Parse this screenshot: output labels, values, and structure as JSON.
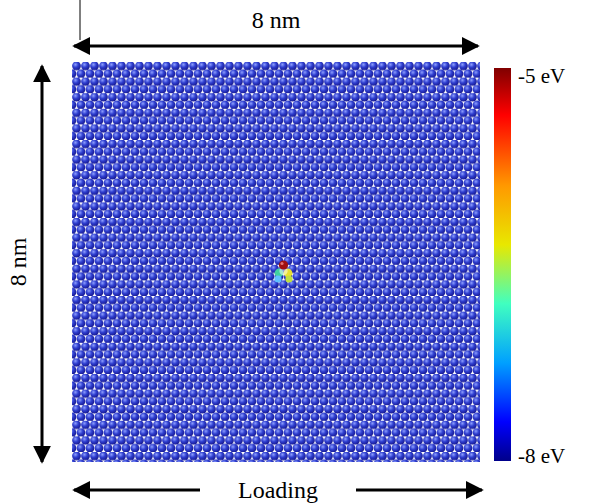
{
  "diagram": {
    "labels": [
      "8 nm",
      "8 nm",
      "-5 eV",
      "-8 eV",
      "Loading"
    ]
  }
}
